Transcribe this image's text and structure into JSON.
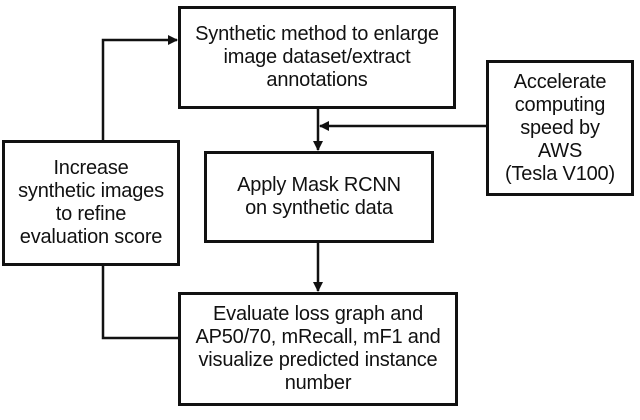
{
  "diagram": {
    "nodes": {
      "synthetic": "Synthetic method to enlarge\nimage dataset/extract\nannotations",
      "accelerate": "Accelerate\ncomputing\nspeed by AWS\n(Tesla V100)",
      "mask_rcnn": "Apply Mask RCNN\non synthetic data",
      "increase": "Increase\nsynthetic images\nto refine\nevaluation score",
      "evaluate": "Evaluate loss graph and\nAP50/70, mRecall, mF1 and\nvisualize predicted instance\nnumber"
    },
    "edges": [
      {
        "from": "synthetic",
        "to": "mask_rcnn"
      },
      {
        "from": "accelerate",
        "to": "mask_rcnn"
      },
      {
        "from": "mask_rcnn",
        "to": "evaluate"
      },
      {
        "from": "evaluate",
        "to": "increase"
      },
      {
        "from": "increase",
        "to": "synthetic"
      }
    ],
    "line_color": "#111111"
  }
}
